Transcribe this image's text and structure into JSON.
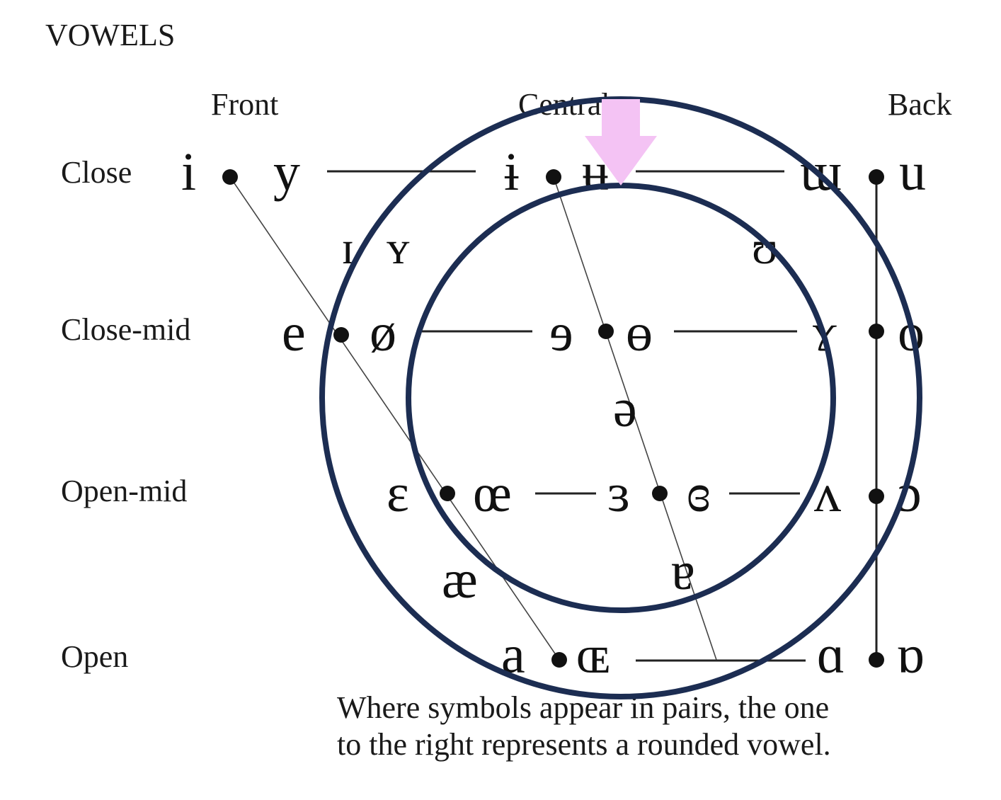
{
  "title": "VOWELS",
  "columns": {
    "front": "Front",
    "central": "Central",
    "back": "Back"
  },
  "rows": {
    "close": "Close",
    "close_mid": "Close-mid",
    "open_mid": "Open-mid",
    "open": "Open"
  },
  "symbols": {
    "close": [
      "i",
      "y",
      "ɨ",
      "ʉ",
      "ɯ",
      "u"
    ],
    "near_close": [
      "ɪ",
      "ʏ",
      "ʊ"
    ],
    "close_mid": [
      "e",
      "ø",
      "ɘ",
      "ɵ",
      "ɤ",
      "o"
    ],
    "mid": [
      "ə"
    ],
    "open_mid": [
      "ɛ",
      "œ",
      "ɜ",
      "ɞ",
      "ʌ",
      "ɔ"
    ],
    "near_open": [
      "æ",
      "ɐ"
    ],
    "open": [
      "a",
      "ɶ",
      "ɑ",
      "ɒ"
    ]
  },
  "note": {
    "line1": "Where symbols appear in pairs, the one",
    "line2": "to the right represents a rounded vowel."
  },
  "overlay": {
    "ring_color": "#1c2d52",
    "marker_color": "#f4c3f4",
    "marker_icon": "arrow-down-icon"
  }
}
